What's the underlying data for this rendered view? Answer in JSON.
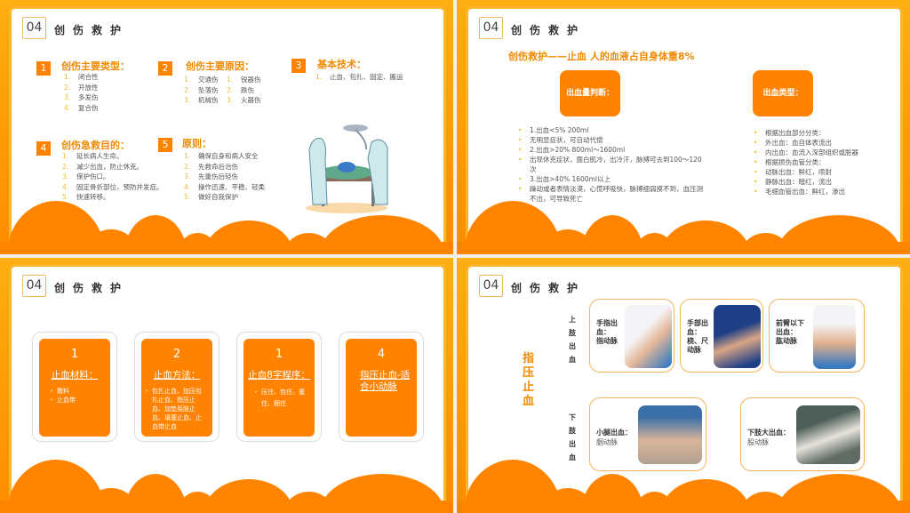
{
  "header": {
    "num": "04",
    "title": "创伤救护"
  },
  "slide1": {
    "sections": [
      {
        "num": "1",
        "title": "创伤主要类型：",
        "items": [
          [
            "1.",
            "闭合性"
          ],
          [
            "2.",
            "开放性"
          ],
          [
            "3.",
            "多发伤"
          ],
          [
            "4.",
            "复合伤"
          ]
        ]
      },
      {
        "num": "2",
        "title": "创伤主要原因：",
        "items": [
          [
            "1.",
            "交通伤",
            "1.",
            "锐器伤"
          ],
          [
            "2.",
            "坠落伤",
            "2.",
            "跌伤"
          ],
          [
            "3.",
            "机械伤",
            "3.",
            "火器伤"
          ]
        ]
      },
      {
        "num": "3",
        "title": "基本技术：",
        "items": [
          [
            "1.",
            "止血、包扎、固定、搬运"
          ]
        ]
      },
      {
        "num": "4",
        "title": "创伤急救目的：",
        "items": [
          [
            "1.",
            "延长病人生命。"
          ],
          [
            "2.",
            "减少出血，防止休克。"
          ],
          [
            "3.",
            "保护伤口。"
          ],
          [
            "4.",
            "固定骨折部位，预防并发症。"
          ],
          [
            "5.",
            "快速转移。"
          ]
        ]
      },
      {
        "num": "5",
        "title": "原则：",
        "items": [
          [
            "1.",
            "确保自身和病人安全"
          ],
          [
            "2.",
            "先救命后治伤"
          ],
          [
            "3.",
            "先重伤后轻伤"
          ],
          [
            "4.",
            "操作迅速、平稳、轻柔"
          ],
          [
            "5.",
            "做好自我保护"
          ]
        ]
      }
    ]
  },
  "slide2": {
    "subtitle": "创伤救护——止血 人的血液占自身体重8%",
    "box_left": "出血量判断：",
    "box_right": "出血类型：",
    "left_items": [
      "1.出血<5%   200ml",
      "无明显症状，可自动代偿",
      "2.出血>20%  800ml～1600ml",
      "出现休克症状，面白肌冷，出冷汗，脉搏可去到100～120次",
      "3.出血>40%  1600ml以上",
      "躁动或者表情淡漠，心慌呼吸快，脉搏细弱摸不到，血压测不出，可导致死亡"
    ],
    "right_items": [
      "根据出血部分分类：",
      "外出血：血自体表流出",
      "内出血：血流入深部组织或脏器",
      "根据损伤血管分类：",
      "动脉出血：鲜红，喷射",
      "静脉出血：暗红，流出",
      "毛细血管出血：鲜红，渗出"
    ]
  },
  "slide3": {
    "cards": [
      {
        "num": "1",
        "title": "止血材料：",
        "items": [
          "敷料",
          "止血带"
        ]
      },
      {
        "num": "2",
        "title": "止血方法：",
        "items": [
          "包扎止血、加压包扎止血、指压止血、加垫屈肢止血、填塞止血、止血带止血"
        ]
      },
      {
        "num": "1",
        "title": "止血8字程序：",
        "items": [
          "压住、包住、塞住、捆住"
        ]
      },
      {
        "num": "4",
        "title": "指压止血-适合小动脉",
        "items": []
      }
    ]
  },
  "slide4": {
    "main_label": "指压止血",
    "upper_label": "上肢出血",
    "lower_label": "下肢出血",
    "upper": [
      {
        "title": "手指出血：",
        "sub": "指动脉"
      },
      {
        "title": "手部出血：桡、尺动脉",
        "sub": ""
      },
      {
        "title": "前臂以下出血：",
        "sub": "肱动脉"
      }
    ],
    "lower": [
      {
        "title": "小腿出血：",
        "sub": "腘动脉"
      },
      {
        "title": "下肢大出血：",
        "sub": "股动脉"
      }
    ]
  }
}
